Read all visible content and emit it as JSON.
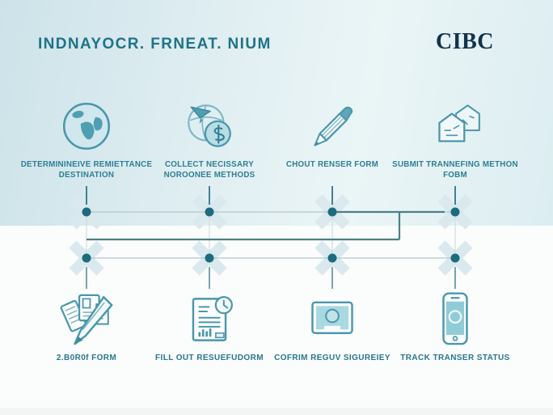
{
  "header": {
    "title": "INDNAYOCR. FRNEAT. NIUM",
    "brand": "CIBC"
  },
  "colors": {
    "band_blue": "#cde3e9",
    "accent_teal": "#2e7f93",
    "title_teal": "#1f7388",
    "brand_navy": "#14324d",
    "icon_stroke": "#4a97ab",
    "node_dot": "#1c6b7e",
    "connector_dark": "#4d7f86",
    "connector_light": "#b0c8cd",
    "decoration_x": "#d9e9ee"
  },
  "top_steps": [
    {
      "icon": "globe-icon",
      "line1": "DETERMININEIVE REMIETTANCE",
      "line2": "DESTINATION"
    },
    {
      "icon": "globe-coin-plane-icon",
      "line1": "COLLECT NECISSARY",
      "line2": "NOROONEE METHODS"
    },
    {
      "icon": "pencil-icon",
      "line1": "CHOUT RENSER FORM",
      "line2": ""
    },
    {
      "icon": "envelopes-icon",
      "line1": "SUBMIT TRANNEFING METHON",
      "line2": "FOBM"
    }
  ],
  "bottom_steps": [
    {
      "icon": "documents-pen-icon",
      "label": "2.B0R0f FORM"
    },
    {
      "icon": "report-clock-icon",
      "label": "FILL OUT RESUEFUDORM"
    },
    {
      "icon": "monitor-icon",
      "label": "COFRIM REGUV SIGUREIEY"
    },
    {
      "icon": "smartphone-icon",
      "label": "TRACK TRANSER STATUS"
    }
  ]
}
